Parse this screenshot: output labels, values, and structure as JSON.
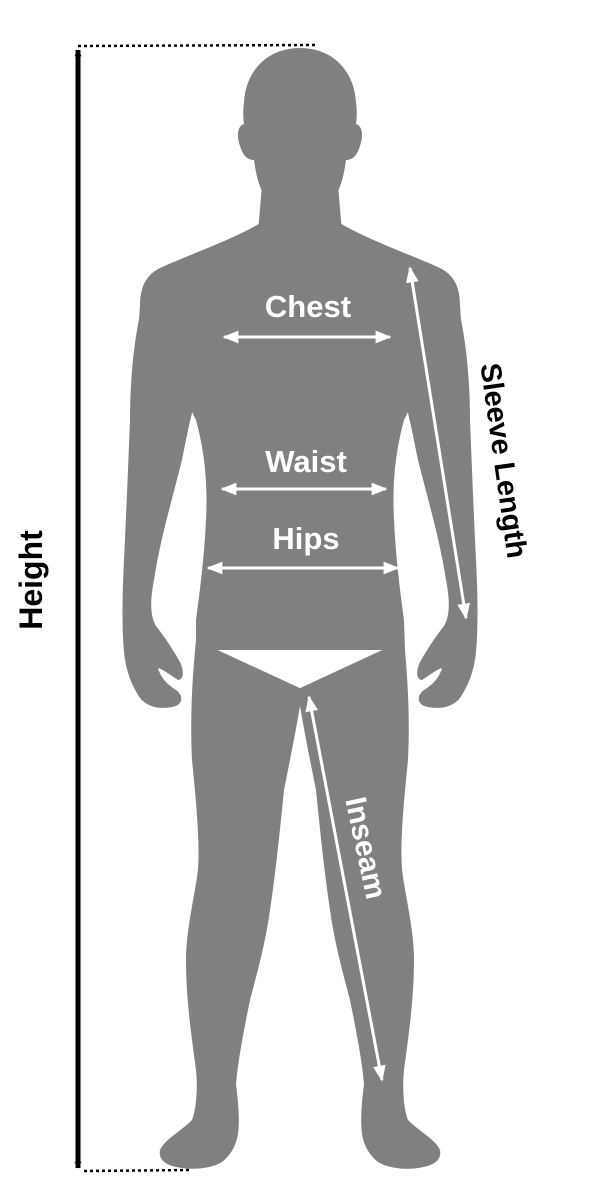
{
  "colors": {
    "background": "#ffffff",
    "silhouette": "#808080",
    "arrow_dark": "#000000",
    "arrow_light": "#ffffff",
    "label_dark": "#000000",
    "label_light": "#ffffff"
  },
  "labels": {
    "height": "Height",
    "chest": "Chest",
    "waist": "Waist",
    "hips": "Hips",
    "sleeve_length": "Sleeve Length",
    "inseam": "Inseam"
  }
}
